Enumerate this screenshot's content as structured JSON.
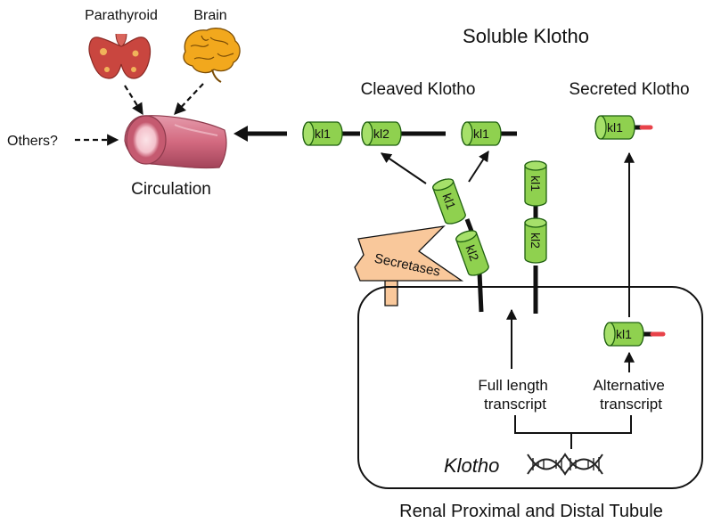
{
  "title": "Soluble Klotho",
  "labels": {
    "parathyroid": "Parathyroid",
    "brain": "Brain",
    "others": "Others?",
    "circulation": "Circulation",
    "cleaved": "Cleaved Klotho",
    "secreted": "Secreted Klotho",
    "secretases": "Secretases",
    "full_length": [
      "Full length",
      "transcript"
    ],
    "alternative": [
      "Alternative",
      "transcript"
    ],
    "gene": "Klotho",
    "tissue": "Renal Proximal and Distal Tubule"
  },
  "domains": {
    "kl1": "kl1",
    "kl2": "kl2"
  },
  "colors": {
    "domain_fill": "#8fd14f",
    "domain_stroke": "#1f5f10",
    "secretase_fill": "#f9c89b",
    "vessel": "#d77a8e",
    "parathyroid": "#c9463f",
    "brain": "#f2a81d",
    "red_tail": "#e8434a"
  },
  "icons": [
    "parathyroid-icon",
    "brain-icon",
    "blood-vessel-icon",
    "dna-icon"
  ]
}
